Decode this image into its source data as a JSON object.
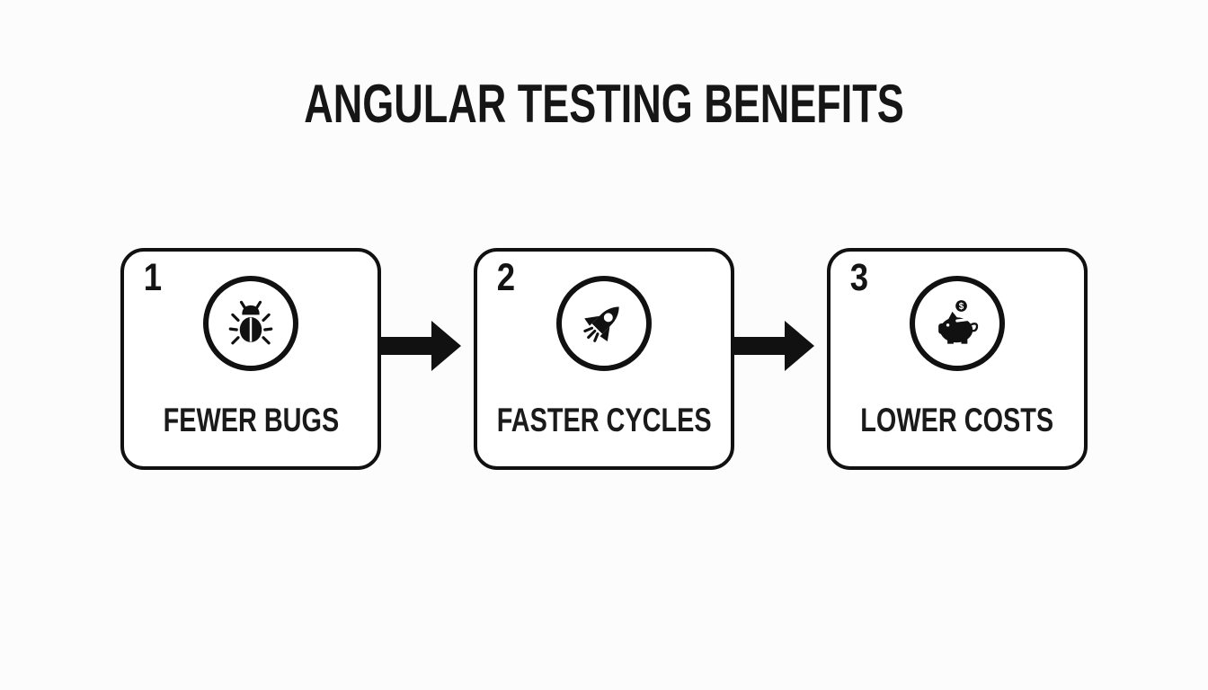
{
  "title": "ANGULAR TESTING BENEFITS",
  "colors": {
    "background": "#fcfcfc",
    "ink": "#111111",
    "card_background": "#ffffff"
  },
  "steps": [
    {
      "number": "1",
      "icon": "bug-icon",
      "label": "FEWER BUGS"
    },
    {
      "number": "2",
      "icon": "rocket-icon",
      "label": "FASTER CYCLES"
    },
    {
      "number": "3",
      "icon": "piggy-bank-icon",
      "label": "LOWER COSTS"
    }
  ],
  "connectors": [
    {
      "icon": "arrow-right-icon"
    },
    {
      "icon": "arrow-right-icon"
    }
  ]
}
